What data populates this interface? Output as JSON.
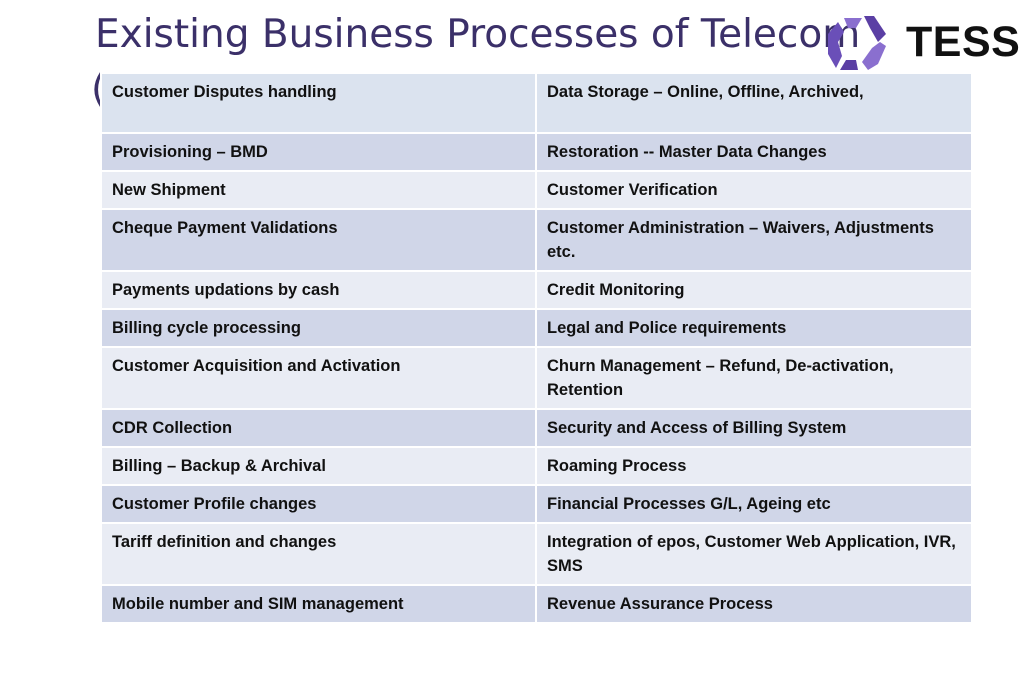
{
  "slide": {
    "title": "Existing Business Processes of Telecom",
    "title_continuation": "(",
    "logo": {
      "text": "TESS",
      "mark_colors": [
        "#5b3fa4",
        "#8a6fcf"
      ]
    }
  },
  "table": {
    "rows": [
      {
        "left": "Customer Disputes handling",
        "right": "Data Storage – Online, Offline, Archived,"
      },
      {
        "left": "Provisioning – BMD",
        "right": "Restoration --  Master Data Changes"
      },
      {
        "left": "New Shipment",
        "right": "Customer Verification"
      },
      {
        "left": "Cheque Payment Validations",
        "right": "Customer Administration – Waivers, Adjustments etc."
      },
      {
        "left": "Payments updations by cash",
        "right": "Credit Monitoring"
      },
      {
        "left": "Billing cycle processing",
        "right": "Legal and Police requirements"
      },
      {
        "left": "Customer Acquisition and Activation",
        "right": "Churn Management – Refund, De-activation, Retention"
      },
      {
        "left": "CDR Collection",
        "right": "Security and Access of Billing System"
      },
      {
        "left": "Billing – Backup & Archival",
        "right": "Roaming Process"
      },
      {
        "left": "Customer Profile changes",
        "right": "Financial Processes G/L, Ageing etc"
      },
      {
        "left": "Tariff definition and changes",
        "right": "Integration of epos, Customer Web Application, IVR, SMS"
      },
      {
        "left": "Mobile number and SIM management",
        "right": "Revenue Assurance Process"
      }
    ]
  }
}
